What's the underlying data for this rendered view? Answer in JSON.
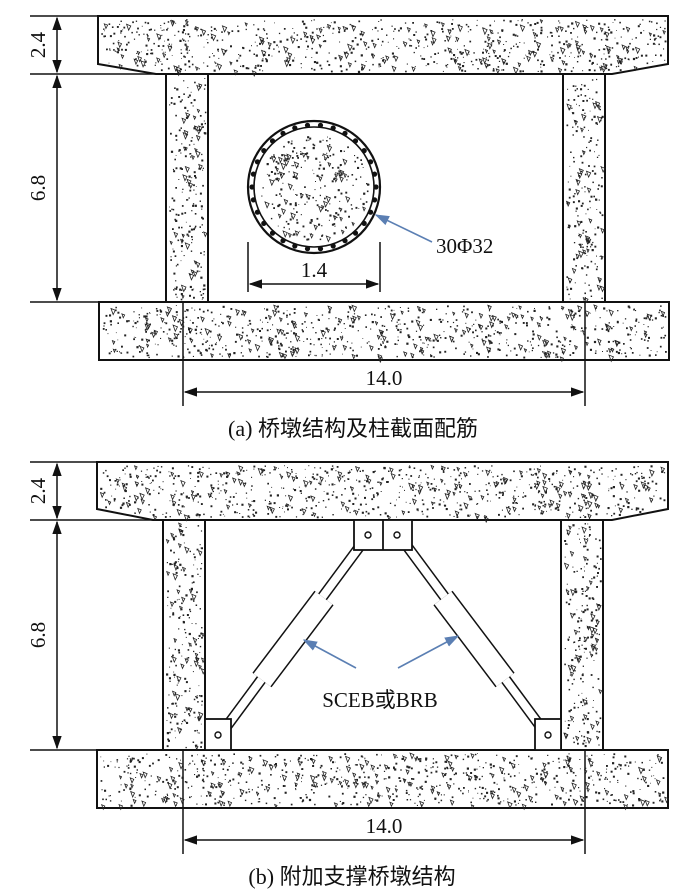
{
  "panel_a": {
    "caption": "(a) 桥墩结构及柱截面配筋",
    "dim_cap_height": "2.4",
    "dim_column_height": "6.8",
    "dim_section_diameter": "1.4",
    "dim_span": "14.0",
    "rebar_label": "30Φ32"
  },
  "panel_b": {
    "caption": "(b) 附加支撑桥墩结构",
    "dim_cap_height": "2.4",
    "dim_column_height": "6.8",
    "dim_span": "14.0",
    "brace_label": "SCEB或BRB"
  },
  "colors": {
    "line": "#111111",
    "leader_arrow": "#5b7fb3",
    "speckle": "#222222"
  }
}
